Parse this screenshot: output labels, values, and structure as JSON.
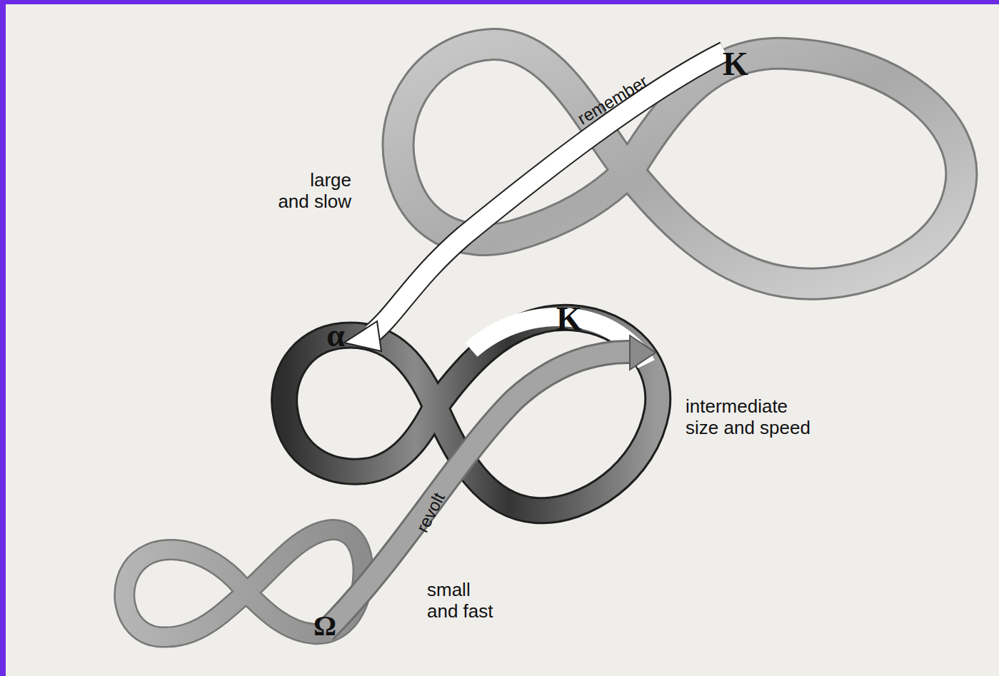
{
  "diagram": {
    "labels": [
      "remember",
      "K",
      "large and slow",
      "α",
      "K",
      "intermediate size and speed",
      "revolt",
      "small and fast",
      "Ω"
    ]
  }
}
